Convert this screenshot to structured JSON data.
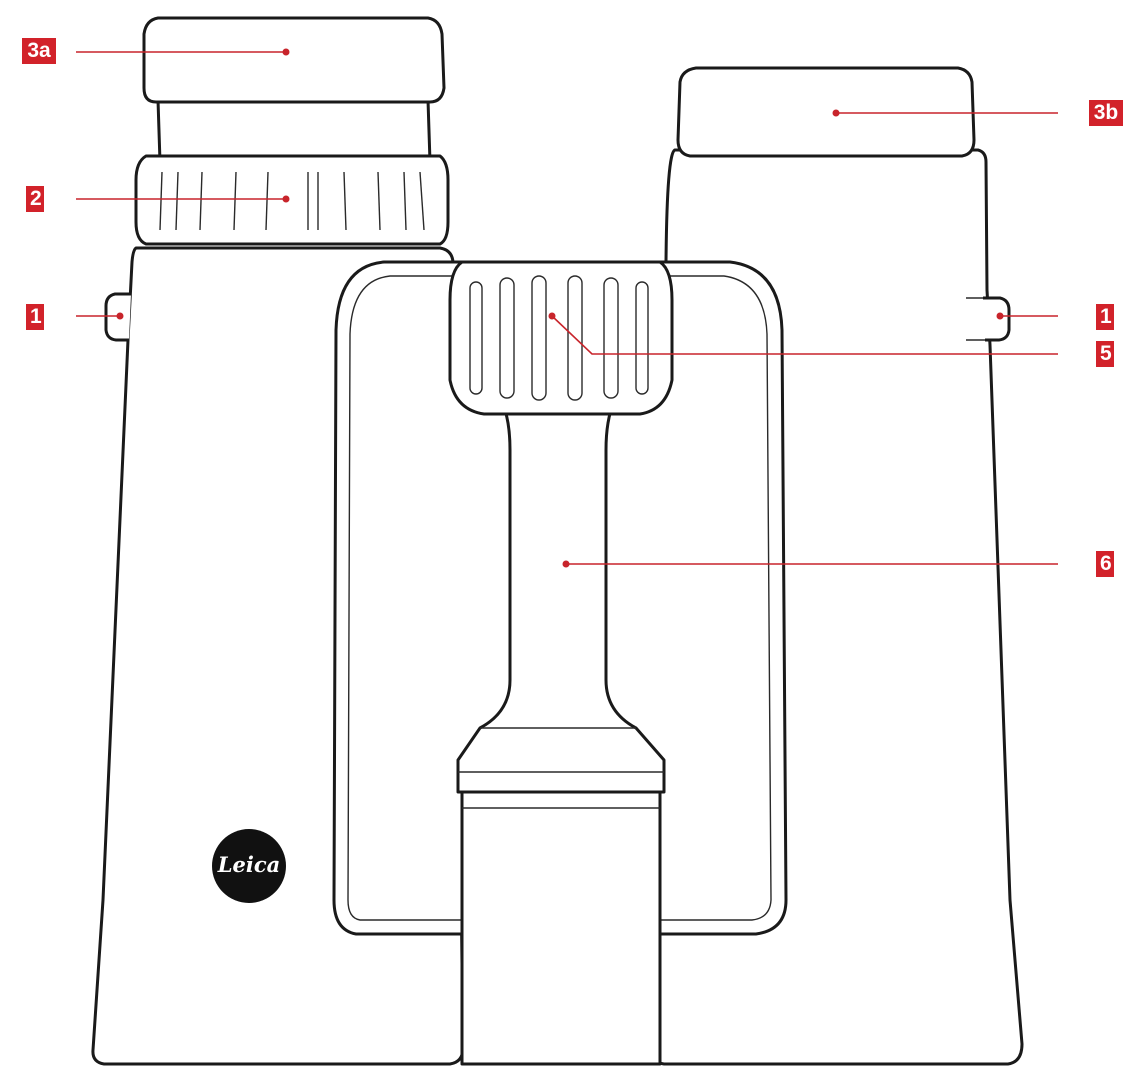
{
  "diagram": {
    "labels": [
      {
        "id": "3a",
        "text": "3a"
      },
      {
        "id": "3b",
        "text": "3b"
      },
      {
        "id": "2",
        "text": "2"
      },
      {
        "id": "1-left",
        "text": "1"
      },
      {
        "id": "1-right",
        "text": "1"
      },
      {
        "id": "5",
        "text": "5"
      },
      {
        "id": "6",
        "text": "6"
      }
    ],
    "logo": {
      "text": "Leica"
    },
    "colors": {
      "label_bg": "#d2222a",
      "leader": "#c8242b",
      "outline": "#1a1a1a",
      "logo_bg": "#111111"
    }
  }
}
